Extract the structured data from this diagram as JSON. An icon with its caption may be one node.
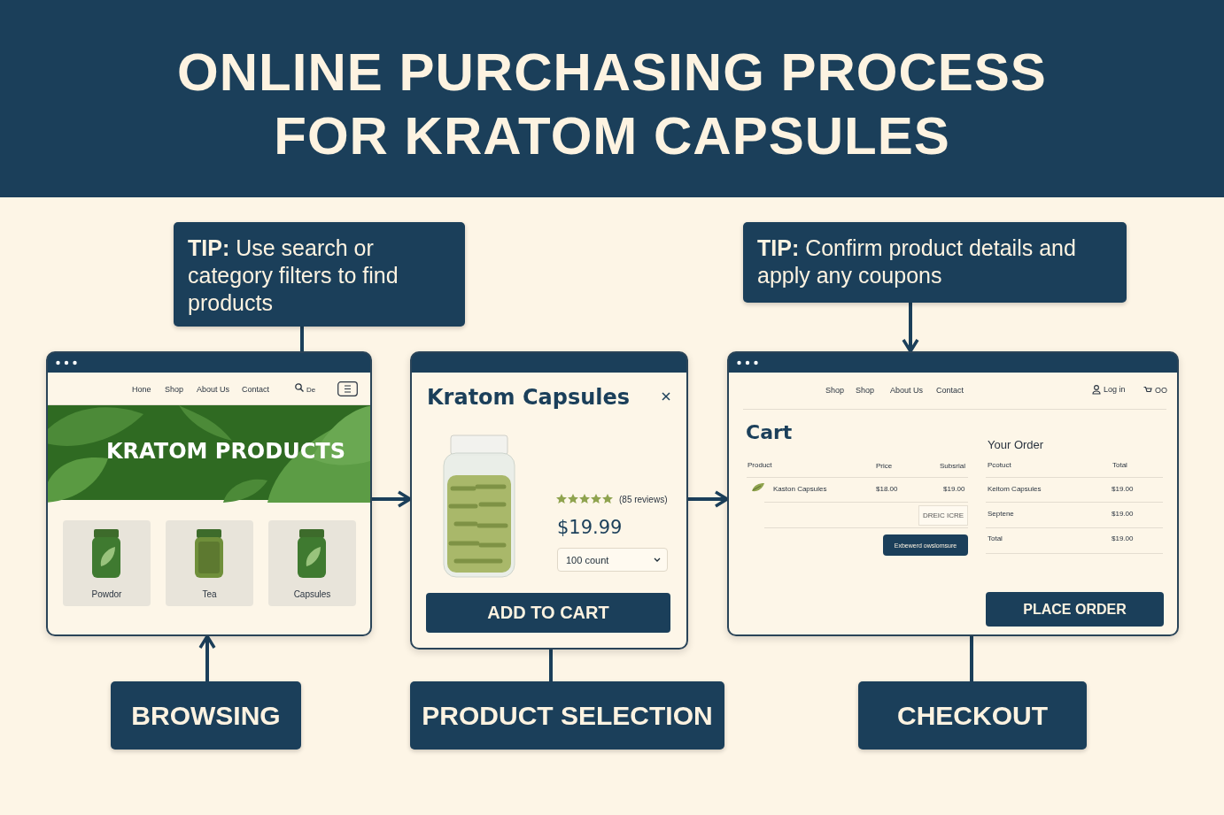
{
  "diagram": {
    "title": "ONLINE PURCHASING PROCESS FOR KRATOM CAPSULES",
    "nodes": [
      {
        "text": [
          "**TIP:** Use search or category filters to find products"
        ]
      },
      {
        "text": [
          "**TIP:** Confirm product details and apply any coupons"
        ]
      },
      {
        "text": [
          "Hone",
          "Shop",
          "About Us",
          "Contact",
          "De"
        ]
      },
      {
        "text": [
          "KRATOM PRODUCTS"
        ],
        "in": 2
      },
      {
        "text": [
          "Powdor"
        ],
        "in": 2
      },
      {
        "text": [
          "Tea"
        ],
        "in": 2
      },
      {
        "text": [
          "Capsules"
        ],
        "in": 2
      },
      {
        "text": [
          "Kratom Capsules",
          "(85 reviews)",
          "$19.99"
        ]
      },
      {
        "text": [
          "100 count"
        ],
        "in": 7
      },
      {
        "text": [
          "ADD TO CART"
        ],
        "in": 7
      },
      {
        "text": [
          "Shop",
          "Shop",
          "About Us",
          "Contact",
          "Log in",
          "OO",
          "Cart",
          "Your Order",
          "Product",
          "Price",
          "Subsrial",
          "Pcotuct",
          "Total",
          "Kaston Capsules",
          "$18.00",
          "$19.00",
          "Keitom Capsules",
          "$19.00",
          "Septene",
          "$19.00",
          "Total",
          "$19.00"
        ]
      },
      {
        "text": [
          "DREIC ICRE"
        ],
        "in": 10
      },
      {
        "text": [
          "Exbewerd owslomsure"
        ],
        "in": 10
      },
      {
        "text": [
          "PLACE ORDER"
        ],
        "in": 10
      },
      {
        "text": [
          "BROWSING"
        ]
      },
      {
        "text": [
          "PRODUCT SELECTION"
        ]
      },
      {
        "text": [
          "CHECKOUT"
        ]
      }
    ],
    "edges": [
      {
        "from": 0,
        "to": 2,
        "arrow": "none"
      },
      {
        "from": 1,
        "to": 10,
        "arrow": "to"
      },
      {
        "from": 2,
        "to": 7,
        "arrow": "to"
      },
      {
        "from": 7,
        "to": 10,
        "arrow": "to"
      },
      {
        "from": 14,
        "to": 2,
        "arrow": "to"
      },
      {
        "from": 7,
        "to": 15,
        "arrow": "none"
      },
      {
        "from": 10,
        "to": 16,
        "arrow": "none"
      }
    ]
  }
}
